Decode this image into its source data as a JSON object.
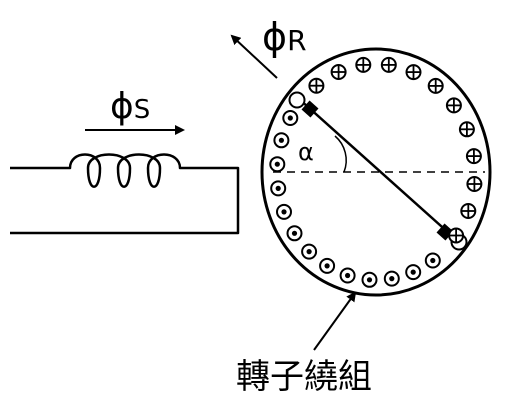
{
  "labels": {
    "phi_r": {
      "symbol": "ϕ",
      "subscript": "R"
    },
    "phi_s": {
      "symbol": "ϕ",
      "subscript": "S"
    },
    "alpha": "α",
    "rotor_winding": "轉子繞組"
  },
  "conductor_symbols": {
    "into_page": "⊕",
    "out_of_page": "⊙"
  },
  "counts": {
    "cross_conductors": 12,
    "dot_conductors": 13
  },
  "colors": {
    "stroke": "#000000",
    "background": "#ffffff"
  }
}
